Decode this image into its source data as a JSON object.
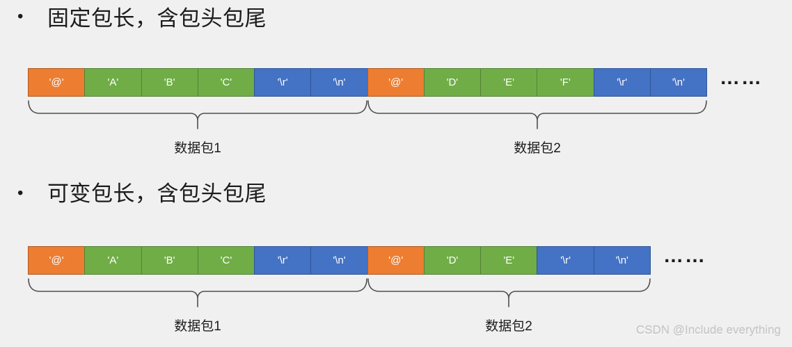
{
  "canvas": {
    "background": "#f0f0f1"
  },
  "colors": {
    "bg": "#f0f0f1",
    "header": "#ED7D31",
    "header_border": "#AE5A21",
    "payload": "#70AD47",
    "payload_border": "#548235",
    "tail": "#4472C4",
    "tail_border": "#2F5597",
    "brace": "#4f4f4f",
    "watermark": "#c6c6c6"
  },
  "watermark": {
    "text": "CSDN @Include everything"
  },
  "sections": [
    {
      "bullet": "•",
      "title": "固定包长，含包头包尾",
      "cells": [
        {
          "label": "'@'",
          "type": "header"
        },
        {
          "label": "'A'",
          "type": "payload"
        },
        {
          "label": "'B'",
          "type": "payload"
        },
        {
          "label": "'C'",
          "type": "payload"
        },
        {
          "label": "'\\r'",
          "type": "tail"
        },
        {
          "label": "'\\n'",
          "type": "tail"
        },
        {
          "label": "'@'",
          "type": "header"
        },
        {
          "label": "'D'",
          "type": "payload"
        },
        {
          "label": "'E'",
          "type": "payload"
        },
        {
          "label": "'F'",
          "type": "payload"
        },
        {
          "label": "'\\r'",
          "type": "tail"
        },
        {
          "label": "'\\n'",
          "type": "tail"
        }
      ],
      "ellipsis": "……",
      "packet_labels": [
        "数据包1",
        "数据包2"
      ]
    },
    {
      "bullet": "•",
      "title": "可变包长，含包头包尾",
      "cells": [
        {
          "label": "'@'",
          "type": "header"
        },
        {
          "label": "'A'",
          "type": "payload"
        },
        {
          "label": "'B'",
          "type": "payload"
        },
        {
          "label": "'C'",
          "type": "payload"
        },
        {
          "label": "'\\r'",
          "type": "tail"
        },
        {
          "label": "'\\n'",
          "type": "tail"
        },
        {
          "label": "'@'",
          "type": "header"
        },
        {
          "label": "'D'",
          "type": "payload"
        },
        {
          "label": "'E'",
          "type": "payload"
        },
        {
          "label": "'\\r'",
          "type": "tail"
        },
        {
          "label": "'\\n'",
          "type": "tail"
        }
      ],
      "ellipsis": "……",
      "packet_labels": [
        "数据包1",
        "数据包2"
      ]
    }
  ]
}
